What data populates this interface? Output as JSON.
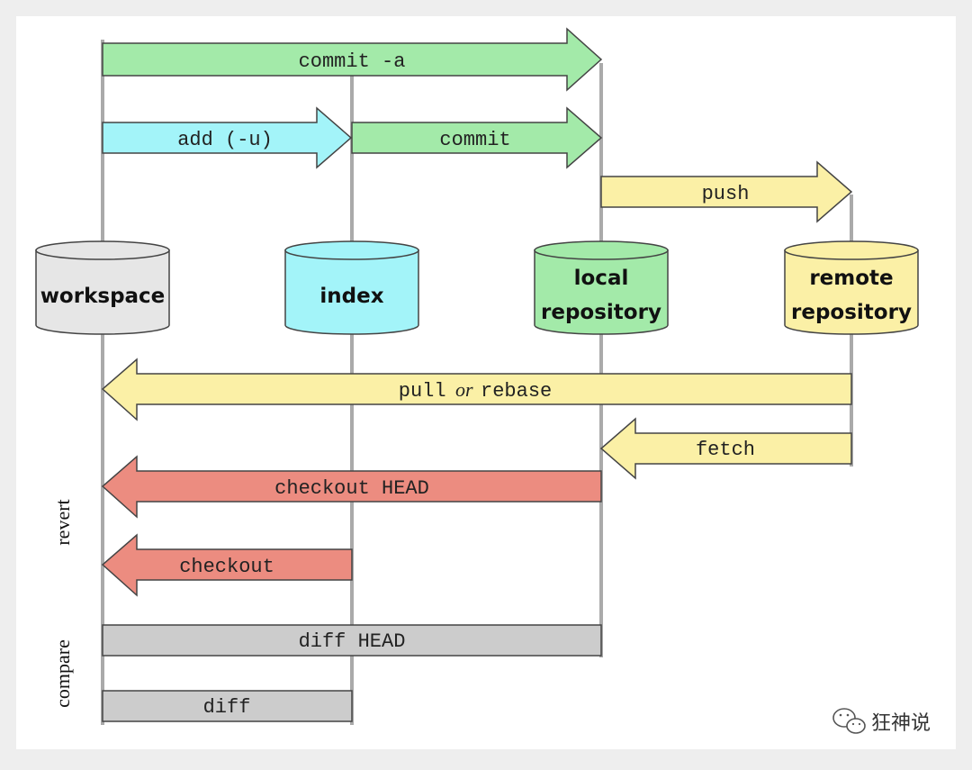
{
  "diagram": {
    "stores": [
      {
        "id": "workspace",
        "lines": [
          "workspace"
        ]
      },
      {
        "id": "index",
        "lines": [
          "index"
        ]
      },
      {
        "id": "local",
        "lines": [
          "local",
          "repository"
        ]
      },
      {
        "id": "remote",
        "lines": [
          "remote",
          "repository"
        ]
      }
    ],
    "arrows": [
      {
        "id": "commit-a",
        "label": "commit -a"
      },
      {
        "id": "add",
        "label": "add (-u)"
      },
      {
        "id": "commit",
        "label": "commit"
      },
      {
        "id": "push",
        "label": "push"
      },
      {
        "id": "pull",
        "label_pre": "pull",
        "label_mid": "or",
        "label_post": "rebase"
      },
      {
        "id": "fetch",
        "label": "fetch"
      },
      {
        "id": "checkout-head",
        "label": "checkout HEAD"
      },
      {
        "id": "checkout",
        "label": "checkout"
      }
    ],
    "bars": [
      {
        "id": "diff-head",
        "label": "diff HEAD"
      },
      {
        "id": "diff",
        "label": "diff"
      }
    ],
    "side_labels": {
      "revert": "revert",
      "compare": "compare"
    },
    "colors": {
      "green": "#a3eaa9",
      "cyan": "#a3f4f9",
      "yellow": "#fbf0a6",
      "red": "#ec8c80",
      "gray_bar": "#cccccc",
      "store_gray": "#e6e6e6",
      "store_cyan": "#a3f4f9",
      "store_green": "#a3eaa9",
      "store_yellow": "#fbf0a6"
    }
  },
  "watermark": {
    "text": "狂神说",
    "icon": "wechat-icon"
  }
}
